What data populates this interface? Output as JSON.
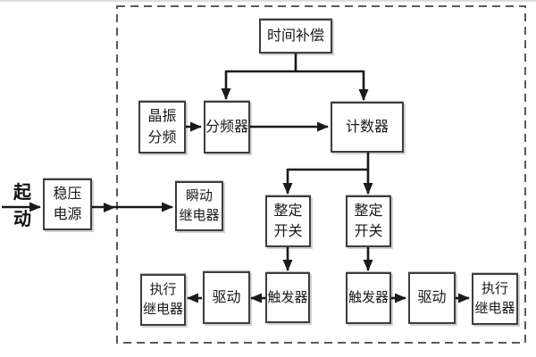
{
  "diagram": {
    "type": "block-diagram",
    "description": "Timing relay control system block diagram with dashed system boundary",
    "outside": {
      "start_label": "起\n动"
    },
    "boxes": {
      "time_compensation": {
        "label": "时间补偿"
      },
      "crystal_divider": {
        "label": "晶振\n分频"
      },
      "frequency_divider": {
        "label": "分频器"
      },
      "counter": {
        "label": "计数器"
      },
      "regulated_power_supply": {
        "label": "稳压\n电源"
      },
      "instantaneous_relay": {
        "label": "瞬动\n继电器"
      },
      "setting_switch_left": {
        "label": "整定\n开关"
      },
      "setting_switch_right": {
        "label": "整定\n开关"
      },
      "trigger_left": {
        "label": "触发器"
      },
      "trigger_right": {
        "label": "触发器"
      },
      "drive_left": {
        "label": "驱动"
      },
      "drive_right": {
        "label": "驱动"
      },
      "executive_relay_left": {
        "label": "执行\n继电器"
      },
      "executive_relay_right": {
        "label": "执行\n继电器"
      }
    },
    "colors": {
      "background": "#ffffff",
      "connector_line": "#1a1a1a",
      "box_border": "#3d3d3d",
      "dashed_boundary": "#5a5a5a"
    }
  }
}
